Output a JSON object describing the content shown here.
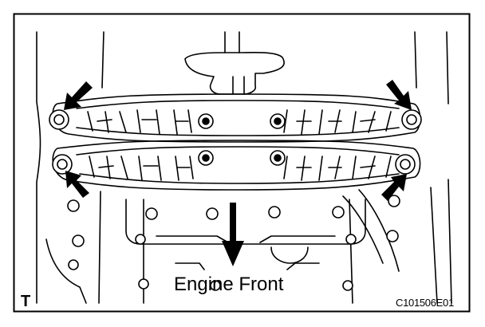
{
  "figure": {
    "direction_label": "Engine Front",
    "figure_code": "C101506E01",
    "view_mark": "T"
  },
  "icons": {
    "direction_arrow": "down-arrow-icon",
    "pointer_arrows": "diagonal-pointer-arrow-icon"
  },
  "colors": {
    "line": "#000000",
    "background": "#ffffff"
  }
}
